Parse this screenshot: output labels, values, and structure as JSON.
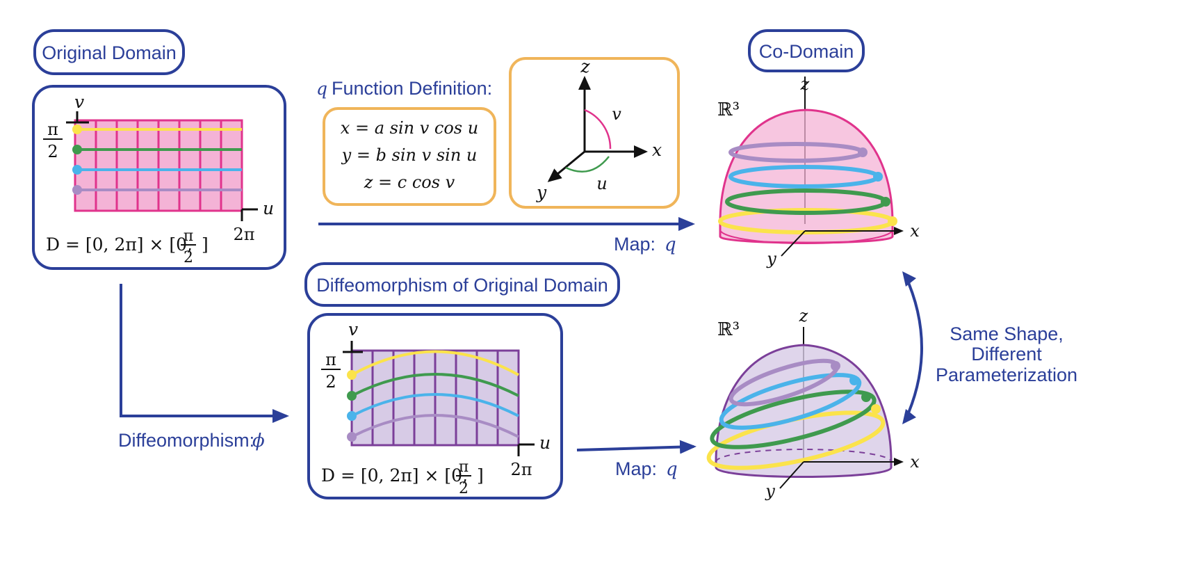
{
  "labels": {
    "original_domain": "Original Domain",
    "co_domain": "Co-Domain",
    "diffeo_domain": "Diffeomorphism of Original Domain",
    "function_def": "Function Definition:",
    "function_symbol": "q",
    "map_label": "Map:",
    "map_symbol": "q",
    "diffeo_label": "Diffeomorphism:",
    "diffeo_symbol": "ϕ",
    "same_shape": [
      "Same Shape,",
      "Different",
      "Parameterization"
    ]
  },
  "equations": {
    "x": "x = a sin v cos u",
    "y": "y = b sin v sin u",
    "z": "z = c cos v"
  },
  "domain": {
    "formula_prefix": "D = [0, 2π] × [0,",
    "frac_num": "π",
    "frac_den": "2",
    "formula_suffix": "]",
    "u_axis": "u",
    "v_axis": "v",
    "u_max": "2π"
  },
  "axes": {
    "x": "x",
    "y": "y",
    "z": "z",
    "u": "u",
    "v": "v",
    "space": "ℝ³"
  },
  "colors": {
    "box": "#2b3f99",
    "orange": "#f0b55a",
    "pink_fill": "#f4b3d6",
    "pink_line": "#e0338c",
    "purple_fill": "#d7cbe6",
    "purple_line": "#7b3f99",
    "yellow": "#fbe34b",
    "green": "#3f9a4e",
    "blue": "#4ab3ea",
    "lavender": "#a88cc4"
  }
}
